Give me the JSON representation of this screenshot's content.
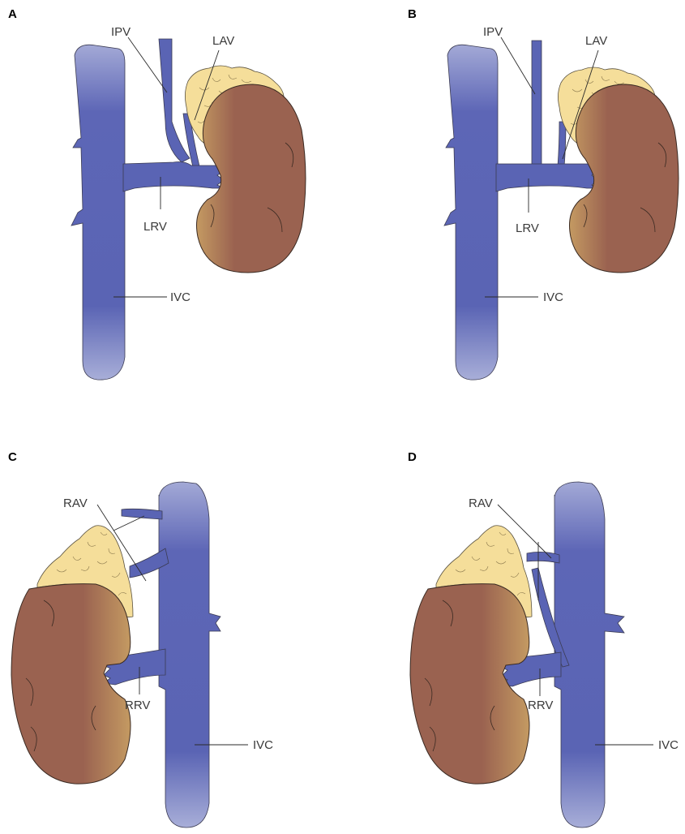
{
  "panels": {
    "a": {
      "letter": "A",
      "labels": {
        "ipv": "IPV",
        "lav": "LAV",
        "lrv": "LRV",
        "ivc": "IVC"
      }
    },
    "b": {
      "letter": "B",
      "labels": {
        "ipv": "IPV",
        "lav": "LAV",
        "lrv": "LRV",
        "ivc": "IVC"
      }
    },
    "c": {
      "letter": "C",
      "labels": {
        "rav": "RAV",
        "rrv": "RRV",
        "ivc": "IVC"
      }
    },
    "d": {
      "letter": "D",
      "labels": {
        "rav": "RAV",
        "rrv": "RRV",
        "ivc": "IVC"
      }
    }
  },
  "colors": {
    "vein_light": "#a3a9d6",
    "vein_dark": "#5a64b4",
    "kidney_light": "#c49a62",
    "kidney_dark": "#9a6250",
    "adrenal": "#f5de9a"
  }
}
